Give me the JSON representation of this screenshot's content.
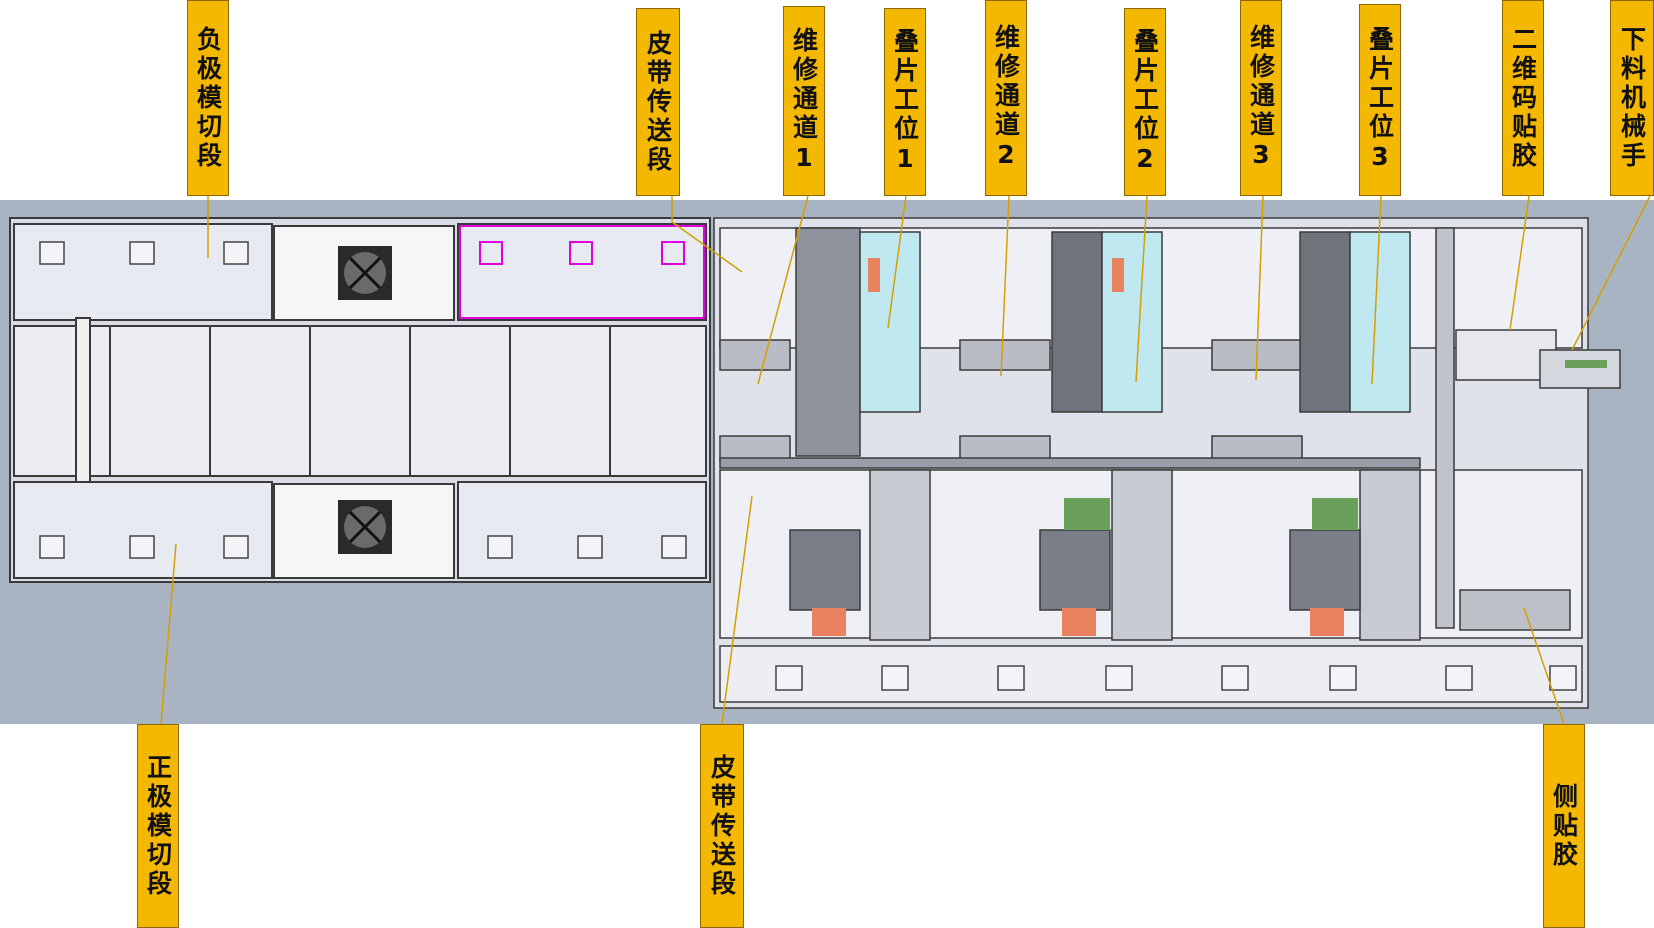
{
  "diagram_title": "",
  "labels": {
    "neg_cut": "负极模切段",
    "belt_top": "皮带传送段",
    "repair_1": "维修通道1",
    "stack_1": "叠片工位1",
    "repair_2": "维修通道2",
    "stack_2": "叠片工位2",
    "repair_3": "维修通道3",
    "stack_3": "叠片工位3",
    "qr_glue": "二维码贴胶",
    "unload_robot": "下料机械手",
    "pos_cut": "正极模切段",
    "belt_bottom": "皮带传送段",
    "side_glue": "侧贴胶"
  },
  "colors": {
    "callout_fill": "#f5b800",
    "leader_line": "#d4a000",
    "background_band": "#a9b4c2",
    "machine_panel": "#e8eaf2",
    "outline": "#3a3a3a",
    "highlight_magenta": "#e000e0",
    "accent_orange": "#e8825f",
    "accent_cyan": "#bfe8f0",
    "accent_green": "#6aa05a"
  }
}
